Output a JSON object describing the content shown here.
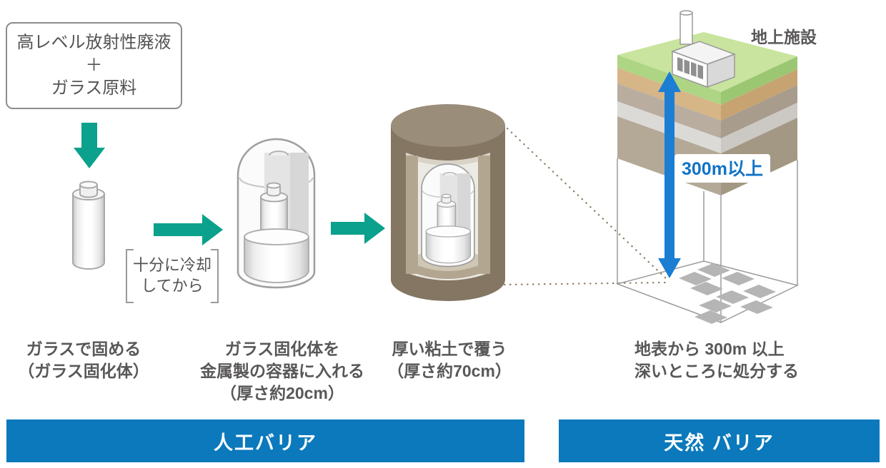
{
  "source_box": {
    "line1": "高レベル放射性廃液",
    "line2": "＋",
    "line3": "ガラス原料"
  },
  "cooling_note": {
    "line1": "十分に冷却",
    "line2": "してから"
  },
  "captions": {
    "step1": {
      "line1": "ガラスで固める",
      "line2": "（ガラス固化体）"
    },
    "step2": {
      "line1": "ガラス固化体を",
      "line2": "金属製の容器に入れる",
      "line3": "（厚さ約20cm）"
    },
    "step3": {
      "line1": "厚い粘土で覆う",
      "line2": "（厚さ約70cm）"
    },
    "step4": {
      "line1": "地表から 300m 以上",
      "line2": "深いところに処分する"
    }
  },
  "labels": {
    "surface_facility": "地上施設",
    "depth": "300m以上"
  },
  "bars": {
    "artificial": "人工バリア",
    "natural": "天然 バリア"
  },
  "icons": {
    "flow_arrow_down": "arrow-down ▼",
    "flow_arrow_right": "arrow-right ▶",
    "depth_arrow": "double-arrow-vertical ↕",
    "connector": "dotted-line"
  },
  "colors": {
    "teal_arrow": "#0BA18C",
    "bar_blue": "#0B79BC",
    "depth_arrow_blue": "#1B7ED3",
    "depth_text_blue": "#1273C5",
    "text_gray": "#595757",
    "clay_brown": "#847663",
    "grass_green": "#C9E49E"
  }
}
